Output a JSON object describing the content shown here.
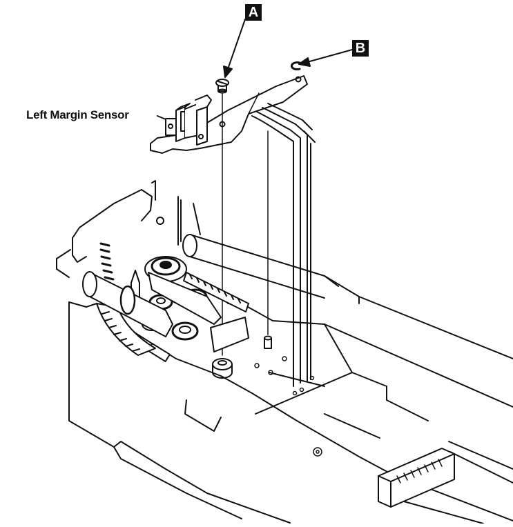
{
  "callouts": {
    "a_label": "A",
    "b_label": "B",
    "sensor_label": "Left Margin Sensor"
  },
  "colors": {
    "ink": "#111111",
    "paper": "#ffffff"
  }
}
